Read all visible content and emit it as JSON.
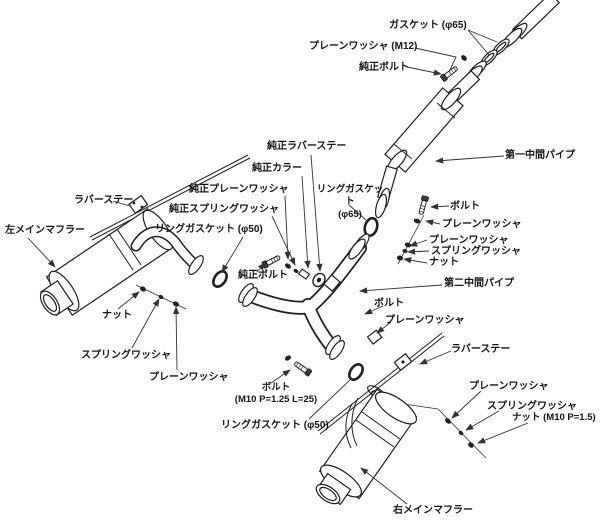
{
  "page": {
    "background": "#ffffff"
  },
  "diagram": {
    "line_color": "#1f1f1f",
    "leader_color": "#333333",
    "text_color": "#151515"
  },
  "labels": [
    {
      "id": "gasket-65",
      "text": "ガスケット (φ65)"
    },
    {
      "id": "oem-plain-washer-m12",
      "text": "プレーンワッシャ (M12)"
    },
    {
      "id": "oem-bolt-top",
      "text": "純正ボルト"
    },
    {
      "id": "oem-rubber-stay",
      "text": "純正ラバーステー"
    },
    {
      "id": "oem-collar",
      "text": "純正カラー"
    },
    {
      "id": "oem-plain-washer",
      "text": "純正プレーンワッシャ"
    },
    {
      "id": "oem-spring-washer",
      "text": "純正スプリングワッシャ"
    },
    {
      "id": "ring-gasket-50-left",
      "text": "リングガスケット (φ50)"
    },
    {
      "id": "rubber-stay-left",
      "text": "ラバーステー"
    },
    {
      "id": "left-main-muffler",
      "text": "左メインマフラー"
    },
    {
      "id": "ring-gasket-65",
      "text": "リングガスケット\n(φ65)"
    },
    {
      "id": "first-mid-pipe",
      "text": "第一中間パイプ"
    },
    {
      "id": "bolt-upper-right",
      "text": "ボルト"
    },
    {
      "id": "plain-washer-right-1",
      "text": "プレーンワッシャ"
    },
    {
      "id": "plain-washer-right-2",
      "text": "プレーンワッシャ"
    },
    {
      "id": "spring-washer-right",
      "text": "スプリングワッシャ"
    },
    {
      "id": "nut-right",
      "text": "ナット"
    },
    {
      "id": "second-mid-pipe",
      "text": "第二中間パイプ"
    },
    {
      "id": "oem-bolt-center",
      "text": "純正ボルト"
    },
    {
      "id": "bolt-center",
      "text": "ボルト"
    },
    {
      "id": "plain-washer-center",
      "text": "プレーンワッシャ"
    },
    {
      "id": "nut-bottom-left",
      "text": "ナット"
    },
    {
      "id": "spring-washer-bottom-left",
      "text": "スプリングワッシャ"
    },
    {
      "id": "plain-washer-bottom-left",
      "text": "プレーンワッシャ"
    },
    {
      "id": "bolt-m10-bottom",
      "text": "ボルト\n(M10 P=1.25 L=25)"
    },
    {
      "id": "ring-gasket-50-bottom",
      "text": "リングガスケット (φ50)"
    },
    {
      "id": "rubber-stay-right",
      "text": "ラバーステー"
    },
    {
      "id": "plain-washer-bottom-right",
      "text": "プレーンワッシャ"
    },
    {
      "id": "spring-washer-bottom-right",
      "text": "スプリングワッシャ"
    },
    {
      "id": "nut-m10-bottom-right",
      "text": "ナット (M10 P=1.5)"
    },
    {
      "id": "right-main-muffler",
      "text": "右メインマフラー"
    }
  ]
}
